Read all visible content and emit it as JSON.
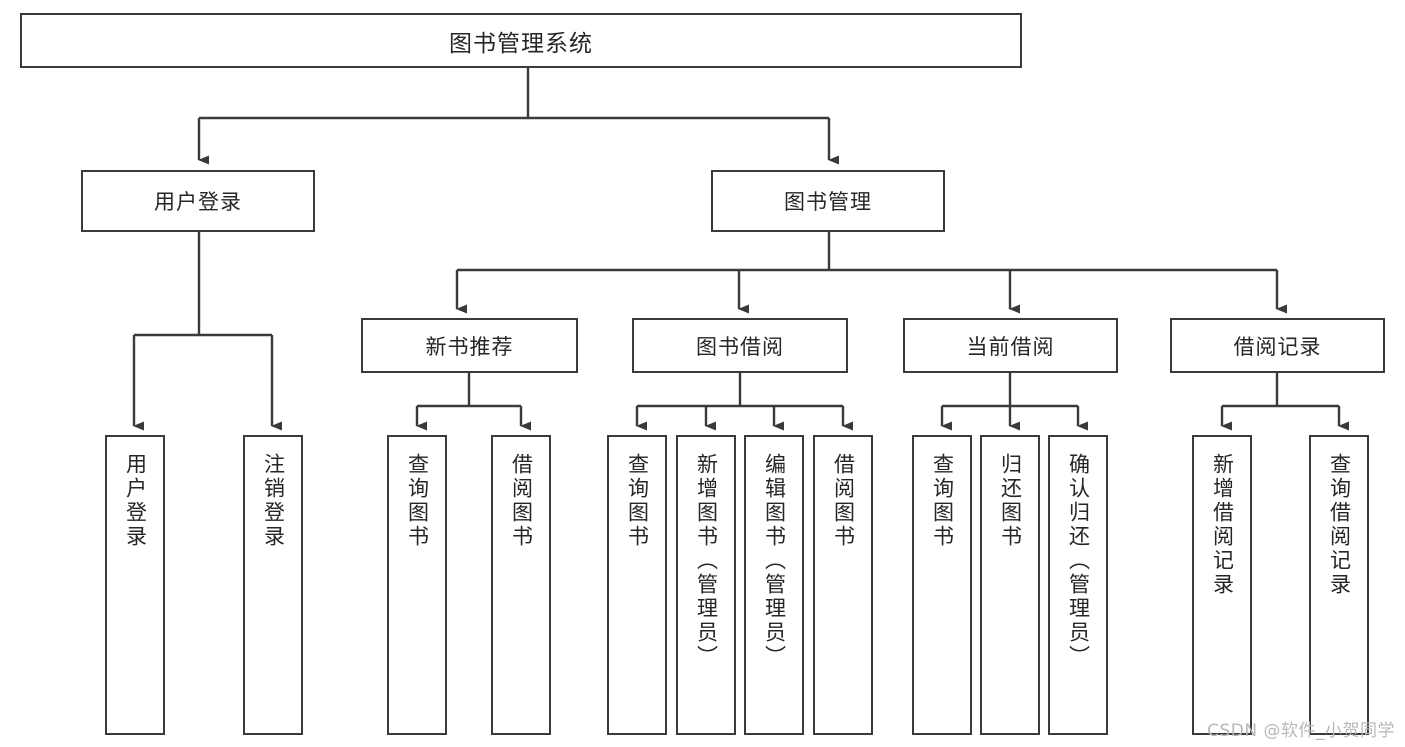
{
  "diagram": {
    "title": "图书管理系统",
    "type": "tree-hierarchy",
    "watermark": "CSDN @软件_小贺同学",
    "colors": {
      "stroke": "#3a3a3a",
      "fill": "#ffffff",
      "text": "#262626",
      "watermark": "#b8b8b8"
    },
    "nodes": {
      "root": {
        "label": "图书管理系统"
      },
      "level1": [
        {
          "id": "user-login",
          "label": "用户登录"
        },
        {
          "id": "book-manage",
          "label": "图书管理"
        }
      ],
      "level2": [
        {
          "id": "new-book-recommend",
          "label": "新书推荐"
        },
        {
          "id": "book-borrow",
          "label": "图书借阅"
        },
        {
          "id": "current-borrow",
          "label": "当前借阅"
        },
        {
          "id": "borrow-record",
          "label": "借阅记录"
        }
      ],
      "leaves": {
        "user-login": [
          {
            "id": "leaf-user-login",
            "label": "用户登录"
          },
          {
            "id": "leaf-logout-login",
            "label": "注销登录"
          }
        ],
        "new-book-recommend": [
          {
            "id": "leaf-query-book-1",
            "label": "查询图书"
          },
          {
            "id": "leaf-borrow-book-1",
            "label": "借阅图书"
          }
        ],
        "book-borrow": [
          {
            "id": "leaf-query-book-2",
            "label": "查询图书"
          },
          {
            "id": "leaf-add-book",
            "label": "新增图书（管理员）"
          },
          {
            "id": "leaf-edit-book",
            "label": "编辑图书（管理员）"
          },
          {
            "id": "leaf-borrow-book-2",
            "label": "借阅图书"
          }
        ],
        "current-borrow": [
          {
            "id": "leaf-query-book-3",
            "label": "查询图书"
          },
          {
            "id": "leaf-return-book",
            "label": "归还图书"
          },
          {
            "id": "leaf-confirm-return",
            "label": "确认归还（管理员）"
          }
        ],
        "borrow-record": [
          {
            "id": "leaf-add-record",
            "label": "新增借阅记录"
          },
          {
            "id": "leaf-query-record",
            "label": "查询借阅记录"
          }
        ]
      }
    }
  }
}
